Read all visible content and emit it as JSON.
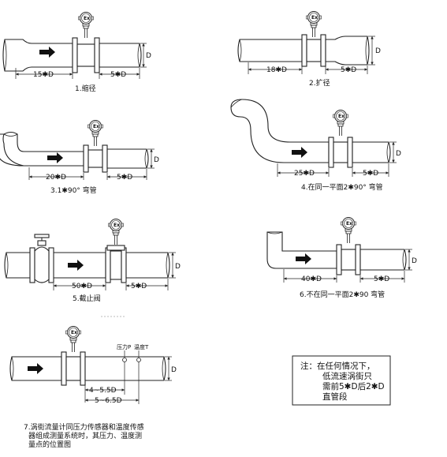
{
  "meter": {
    "ex_mark": "Ex"
  },
  "dimension_symbol": "D",
  "diagrams": [
    {
      "caption": "1.缩径",
      "upstream": "15✱D",
      "downstream": "5✱D"
    },
    {
      "caption": "2.扩径",
      "upstream": "18✱D",
      "downstream": "5✱D"
    },
    {
      "caption": "3.1✱90°   弯管",
      "upstream": "20✱D",
      "downstream": "5✱D"
    },
    {
      "caption": "4.在同一平面2✱90°   弯管",
      "upstream": "25✱D",
      "downstream": "5✱D"
    },
    {
      "caption": "5.截止阀",
      "upstream": "50✱D",
      "downstream": "5✱D"
    },
    {
      "caption": "6.不在同一平面2✱90  弯管",
      "upstream": "40✱D",
      "downstream": "5✱D"
    },
    {
      "caption_lines": [
        "7.涡街流量计同压力传感器和温度传感",
        "器组成测量系统时，其压力、温度测",
        "量点的位置图"
      ],
      "pressure_label": "压力P",
      "temperature_label": "温度T",
      "dim_pressure": "4~5.5D",
      "dim_temperature": "5~6.5D"
    }
  ],
  "note": {
    "lines": [
      "注：在任何情况下，",
      "低流速涡街只",
      "需前5✱D后2✱D",
      "直管段"
    ]
  }
}
